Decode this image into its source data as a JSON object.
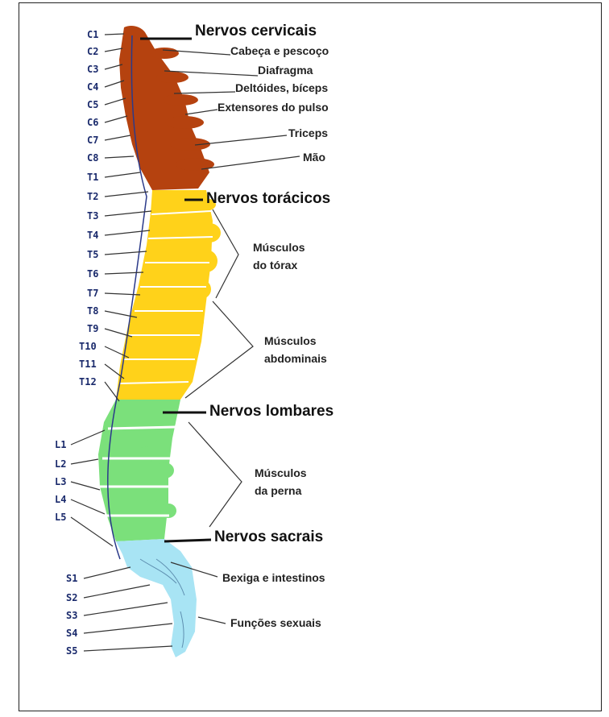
{
  "colors": {
    "cervical": "#b5420f",
    "thoracic": "#ffd21a",
    "lumbar": "#7be07b",
    "sacral": "#a8e4f4",
    "vertebra_label": "#1a2a6c"
  },
  "vertebra_labels": {
    "cervical": [
      "C1",
      "C2",
      "C3",
      "C4",
      "C5",
      "C6",
      "C7",
      "C8"
    ],
    "thoracic": [
      "T1",
      "T2",
      "T3",
      "T4",
      "T5",
      "T6",
      "T7",
      "T8",
      "T9",
      "T10",
      "T11",
      "T12"
    ],
    "lumbar": [
      "L1",
      "L2",
      "L3",
      "L4",
      "L5"
    ],
    "sacral": [
      "S1",
      "S2",
      "S3",
      "S4",
      "S5"
    ]
  },
  "groups": {
    "cervical": "Nervos cervicais",
    "thoracic": "Nervos torácicos",
    "lumbar": "Nervos lombares",
    "sacral": "Nervos sacrais"
  },
  "functions": {
    "head_neck": "Cabeça e pescoço",
    "diaphragm": "Diafragma",
    "deltoids": "Deltóides, bíceps",
    "wrist": "Extensores do pulso",
    "triceps": "Triceps",
    "hand": "Mão",
    "chest_1": "Músculos",
    "chest_2": "do tórax",
    "abdominal_1": "Músculos",
    "abdominal_2": "abdominais",
    "leg_1": "Músculos",
    "leg_2": "da perna",
    "bladder": "Bexiga e intestinos",
    "sexual": "Funções sexuais"
  }
}
